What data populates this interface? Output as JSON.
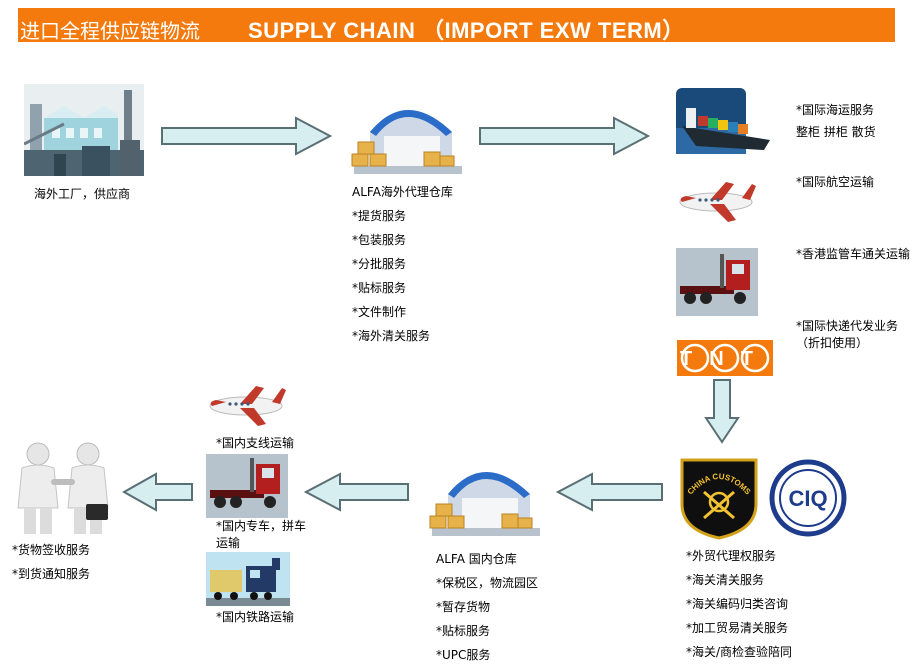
{
  "title": {
    "cn": "进口全程供应链物流",
    "en": "SUPPLY CHAIN （IMPORT EXW TERM）"
  },
  "factory": {
    "label": "海外工厂，供应商"
  },
  "overseas_warehouse": {
    "label": "ALFA海外代理仓库",
    "services": [
      "*提货服务",
      "*包装服务",
      "*分批服务",
      "*贴标服务",
      "*文件制作",
      "*海外清关服务"
    ]
  },
  "international": {
    "sea": [
      "*国际海运服务",
      "整柜 拼柜 散货"
    ],
    "air": "*国际航空运输",
    "hk_truck": "*香港监管车通关运输",
    "express": [
      "*国际快递代发业务",
      "（折扣使用）"
    ],
    "tnt_logo": "TNT"
  },
  "customs": {
    "badge_text": "CHINA CUSTOMS",
    "ciq_text": "CIQ",
    "services": [
      "*外贸代理权服务",
      "*海关清关服务",
      "*海关编码归类咨询",
      "*加工贸易清关服务",
      "*海关/商检查验陪同"
    ]
  },
  "domestic_warehouse": {
    "label": "ALFA 国内仓库",
    "services": [
      "*保税区，物流园区",
      "*暂存货物",
      "*贴标服务",
      "*UPC服务"
    ]
  },
  "domestic_transport": {
    "air": "*国内支线运输",
    "truck": [
      "*国内专车，拼车",
      "运输"
    ],
    "rail": "*国内铁路运输"
  },
  "receiver": {
    "services": [
      "*货物签收服务",
      "*到货通知服务"
    ]
  },
  "colors": {
    "title_bg": "#f47a0e",
    "arrow_fill": "#d6eef0",
    "arrow_stroke": "#5a6f73"
  }
}
